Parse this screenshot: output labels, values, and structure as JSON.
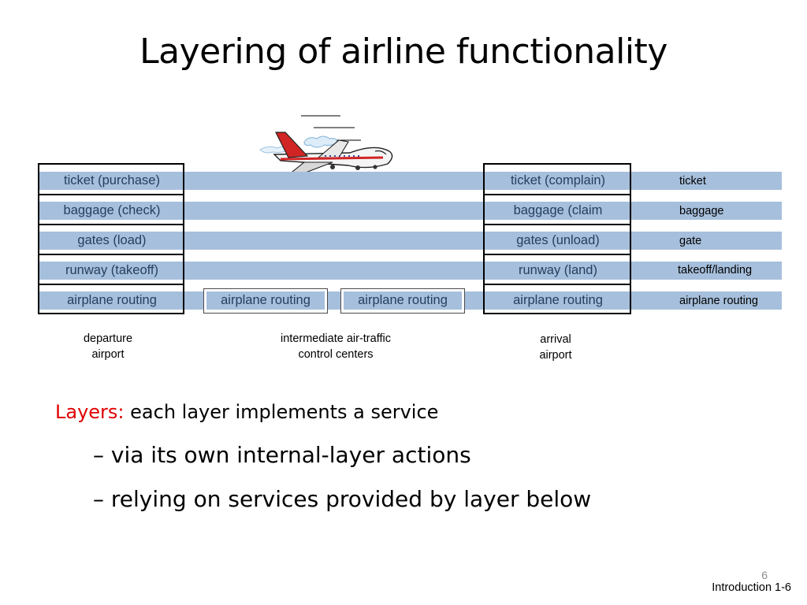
{
  "title": "Layering of airline functionality",
  "departure": {
    "layers": [
      "ticket (purchase)",
      "baggage (check)",
      "gates (load)",
      "runway (takeoff)",
      "airplane routing"
    ],
    "caption": [
      "departure",
      "airport"
    ]
  },
  "arrival": {
    "layers": [
      "ticket (complain)",
      "baggage (claim",
      "gates (unload)",
      "runway (land)",
      "airplane routing"
    ],
    "caption": [
      "arrival",
      "airport"
    ]
  },
  "intermediate": {
    "boxes": [
      "airplane routing",
      "airplane routing"
    ],
    "caption": [
      "intermediate air-traffic",
      "control centers"
    ]
  },
  "layer_names": [
    "ticket",
    "baggage",
    "gate",
    "takeoff/landing",
    "airplane routing"
  ],
  "bullets": {
    "lead_red": "Layers:",
    "lead_text": " each layer implements a service",
    "subs": [
      "– via its own internal-layer actions",
      "– relying on services provided by layer below"
    ]
  },
  "page_number": "6",
  "footer": "Introduction 1-6",
  "colors": {
    "layer_fill": "#a6bfdc",
    "layer_text": "#243f60",
    "accent_red": "#e00000"
  },
  "icons": [
    "airplane-icon"
  ]
}
